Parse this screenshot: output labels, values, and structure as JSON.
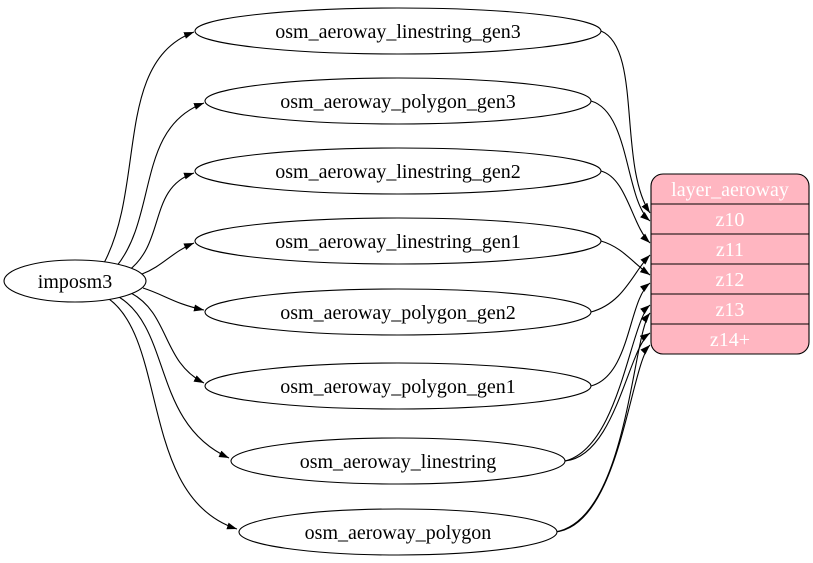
{
  "diagram": {
    "type": "graph",
    "source_node": {
      "label": "imposm3"
    },
    "tables": [
      {
        "label": "osm_aeroway_linestring_gen3"
      },
      {
        "label": "osm_aeroway_polygon_gen3"
      },
      {
        "label": "osm_aeroway_linestring_gen2"
      },
      {
        "label": "osm_aeroway_linestring_gen1"
      },
      {
        "label": "osm_aeroway_polygon_gen2"
      },
      {
        "label": "osm_aeroway_polygon_gen1"
      },
      {
        "label": "osm_aeroway_linestring"
      },
      {
        "label": "osm_aeroway_polygon"
      }
    ],
    "layer_node": {
      "title": "layer_aeroway",
      "zoom_rows": [
        "z10",
        "z11",
        "z12",
        "z13",
        "z14+"
      ],
      "fill_color": "#ffb6c1",
      "border_color": "#000000",
      "text_color": "#ffffff"
    },
    "edges": [
      {
        "from": "imposm3",
        "to": "osm_aeroway_linestring_gen3"
      },
      {
        "from": "imposm3",
        "to": "osm_aeroway_polygon_gen3"
      },
      {
        "from": "imposm3",
        "to": "osm_aeroway_linestring_gen2"
      },
      {
        "from": "imposm3",
        "to": "osm_aeroway_linestring_gen1"
      },
      {
        "from": "imposm3",
        "to": "osm_aeroway_polygon_gen2"
      },
      {
        "from": "imposm3",
        "to": "osm_aeroway_polygon_gen1"
      },
      {
        "from": "imposm3",
        "to": "osm_aeroway_linestring"
      },
      {
        "from": "imposm3",
        "to": "osm_aeroway_polygon"
      },
      {
        "from": "osm_aeroway_linestring_gen3",
        "to": "layer_aeroway:z10"
      },
      {
        "from": "osm_aeroway_polygon_gen3",
        "to": "layer_aeroway:z10"
      },
      {
        "from": "osm_aeroway_linestring_gen2",
        "to": "layer_aeroway:z11"
      },
      {
        "from": "osm_aeroway_polygon_gen2",
        "to": "layer_aeroway:z11"
      },
      {
        "from": "osm_aeroway_linestring_gen1",
        "to": "layer_aeroway:z12"
      },
      {
        "from": "osm_aeroway_polygon_gen1",
        "to": "layer_aeroway:z12"
      },
      {
        "from": "osm_aeroway_linestring",
        "to": "layer_aeroway:z13"
      },
      {
        "from": "osm_aeroway_linestring",
        "to": "layer_aeroway:z14+"
      },
      {
        "from": "osm_aeroway_polygon",
        "to": "layer_aeroway:z13"
      },
      {
        "from": "osm_aeroway_polygon",
        "to": "layer_aeroway:z14+"
      }
    ]
  }
}
